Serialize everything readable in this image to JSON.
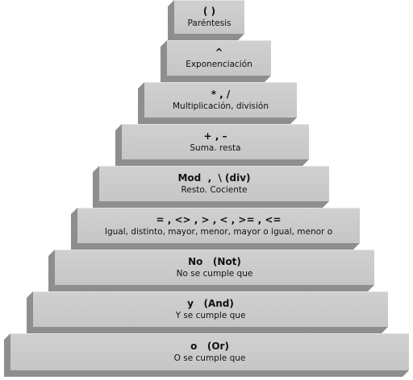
{
  "levels": [
    {
      "operator": "( )",
      "label": "Paréntesis"
    },
    {
      "operator": "^",
      "label": "Exponenciación"
    },
    {
      "operator": "* , /",
      "label": "Multiplicación, división"
    },
    {
      "operator": "+ , –",
      "label": "Suma. resta"
    },
    {
      "operator": "Mod  ,  \\ (div)",
      "label": "Resto. Cociente"
    },
    {
      "operator": "= , <> , > , < , >= , <=",
      "label": "Igual, distinto, mayor, menor, mayor  o igual, menor o"
    },
    {
      "operator": "No   (Not)",
      "label": "No se cumple que"
    },
    {
      "operator": "y   (And)",
      "label": "Y se cumple que"
    },
    {
      "operator": "o   (Or)",
      "label": "O se cumple que"
    }
  ]
}
